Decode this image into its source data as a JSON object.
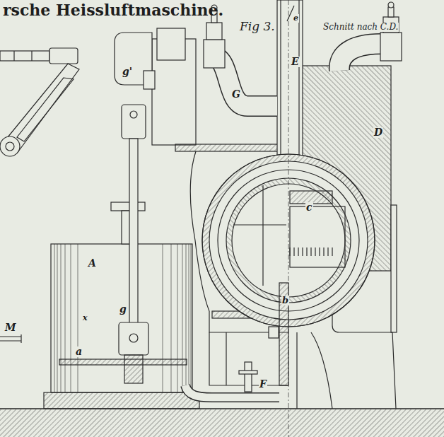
{
  "diagram": {
    "title": "rsche Heissluftmaschine.",
    "labels": [
      "Schnitt nach C.D.",
      "Fig 3.",
      "e",
      "g'",
      "G",
      "E",
      "D",
      "c",
      "A",
      "x",
      "g",
      "a",
      "M",
      "b",
      "F"
    ]
  }
}
